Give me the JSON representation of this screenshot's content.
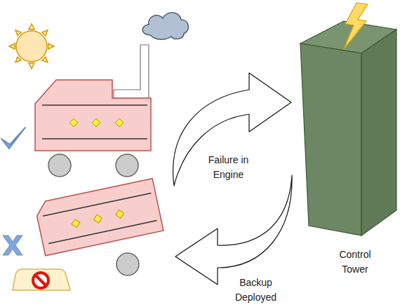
{
  "diagram": {
    "nodes": [
      {
        "text": [
          "Control Tower"
        ]
      }
    ],
    "labels": [
      "Failure in Engine",
      "Backup Deployed"
    ]
  }
}
